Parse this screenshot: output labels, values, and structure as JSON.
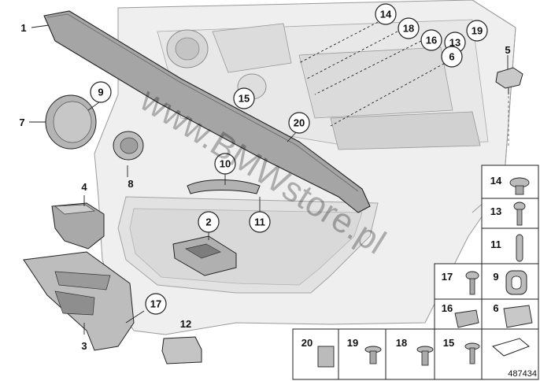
{
  "diagram_number": "487434",
  "watermark_text": "www.BMWstore.pl",
  "callouts": [
    {
      "id": "c14",
      "label": "14"
    },
    {
      "id": "c18",
      "label": "18"
    },
    {
      "id": "c16",
      "label": "16"
    },
    {
      "id": "c13",
      "label": "13"
    },
    {
      "id": "c19",
      "label": "19"
    },
    {
      "id": "c6",
      "label": "6"
    },
    {
      "id": "c9",
      "label": "9"
    },
    {
      "id": "c15",
      "label": "15"
    },
    {
      "id": "c20",
      "label": "20"
    },
    {
      "id": "c10",
      "label": "10"
    },
    {
      "id": "c2",
      "label": "2"
    },
    {
      "id": "c11",
      "label": "11"
    },
    {
      "id": "c17",
      "label": "17"
    }
  ],
  "plain_labels": [
    {
      "id": "p1",
      "label": "1"
    },
    {
      "id": "p5",
      "label": "5"
    },
    {
      "id": "p7",
      "label": "7"
    },
    {
      "id": "p8",
      "label": "8"
    },
    {
      "id": "p4",
      "label": "4"
    },
    {
      "id": "p3",
      "label": "3"
    },
    {
      "id": "p12",
      "label": "12"
    }
  ],
  "legend_cells": [
    {
      "id": "l14",
      "label": "14",
      "part": "push-clip"
    },
    {
      "id": "l13",
      "label": "13",
      "part": "screw"
    },
    {
      "id": "l11",
      "label": "11",
      "part": "dowel-pin"
    },
    {
      "id": "l17",
      "label": "17",
      "part": "screw-with-washer"
    },
    {
      "id": "l9",
      "label": "9",
      "part": "ring-frame"
    },
    {
      "id": "l16",
      "label": "16",
      "part": "bracket-clip"
    },
    {
      "id": "l6",
      "label": "6",
      "part": "spring-clip"
    },
    {
      "id": "l20",
      "label": "20",
      "part": "clip-holder"
    },
    {
      "id": "l19",
      "label": "19",
      "part": "expanding-rivet"
    },
    {
      "id": "l18",
      "label": "18",
      "part": "fir-tree-rivet"
    },
    {
      "id": "l15",
      "label": "15",
      "part": "flange-screw"
    }
  ],
  "colors": {
    "line": "#222222",
    "panel_fill": "#e6e6e6",
    "panel_light": "#f2f2f2",
    "part_fill": "#b9b9b9",
    "part_dark": "#8d8d8d"
  }
}
